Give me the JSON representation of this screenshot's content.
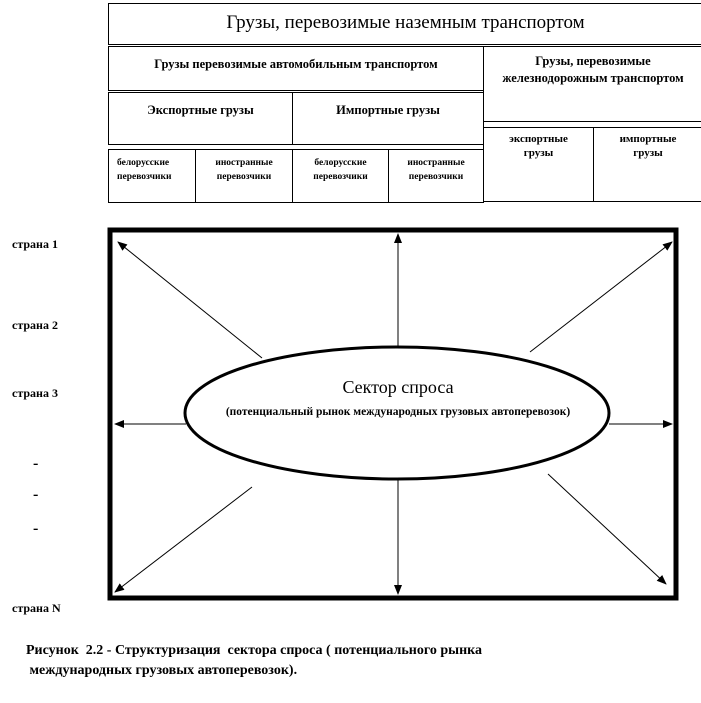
{
  "top_title": "Грузы, перевозимые наземным транспортом",
  "auto": {
    "title": "Грузы перевозимые автомобильным транспортом",
    "export": "Экспортные грузы",
    "import": "Импортные грузы",
    "carriers": [
      "белорусские перевозчики",
      "иностранные перевозчики",
      "белорусские перевозчики",
      "иностранные перевозчики"
    ]
  },
  "rail": {
    "title": "Грузы, перевозимые железнодорожным транспортом",
    "export": "экспортные грузы",
    "import": "импортные грузы"
  },
  "countries": [
    "страна 1",
    "страна 2",
    "страна 3",
    "страна N"
  ],
  "ellipsis_dots": [
    "-",
    "-",
    "-"
  ],
  "center": {
    "title": "Сектор спроса",
    "subtitle": "(потенциальный рынок международных грузовых автоперевозок)"
  },
  "caption": {
    "line1": "Рисунок  2.2 - Структуризация  сектора спроса ( потенциального рынка",
    "line2": " международных грузовых автоперевозок)."
  }
}
